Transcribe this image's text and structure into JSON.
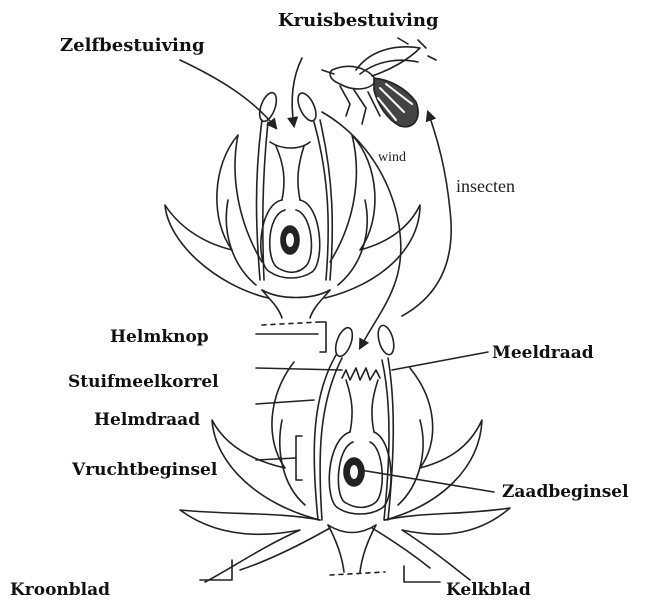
{
  "labels": {
    "zelfbestuiving": "Zelfbestuiving",
    "kruisbestuiving": "Kruisbestuiving",
    "wind": "wind",
    "insecten": "insecten",
    "helmknop": "Helmknop",
    "stuifmeelkorrel": "Stuifmeelkorrel",
    "helmdraad": "Helmdraad",
    "vruchtbeginsel": "Vruchtbeginsel",
    "meeldraad": "Meeldraad",
    "zaadbeginsel": "Zaadbeginsel",
    "kroonblad": "Kroonblad",
    "kelkblad": "Kelkblad"
  },
  "colors": {
    "ink": "#222222",
    "background": "#ffffff"
  }
}
